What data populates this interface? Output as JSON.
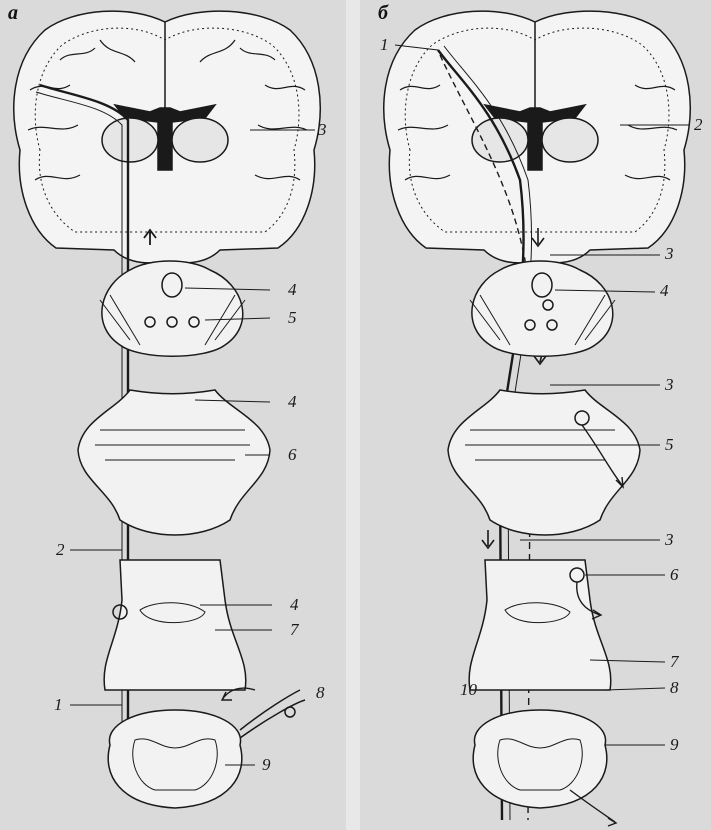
{
  "panels": [
    {
      "id": "a",
      "title": "а",
      "labels": [
        "3",
        "4",
        "5",
        "4",
        "6",
        "2",
        "4",
        "7",
        "1",
        "8",
        "9"
      ]
    },
    {
      "id": "b",
      "title": "б",
      "labels": [
        "1",
        "2",
        "3",
        "4",
        "3",
        "5",
        "3",
        "6",
        "7",
        "10",
        "8",
        "9"
      ]
    }
  ],
  "colors": {
    "ink": "#1a1a1a",
    "background": "#dadada"
  }
}
